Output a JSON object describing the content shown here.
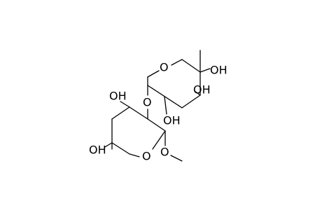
{
  "diagram": {
    "type": "chemical-structure",
    "atom_labels": {
      "ring_top_o": "O",
      "ring_top_oh_c4": "OH",
      "ring_top_oh_c3": "OH",
      "ring_top_oh_c2": "OH",
      "glycosidic_o": "O",
      "ring_bottom_oh_c3": "OH",
      "ring_bottom_oh_c4": "OH",
      "ring_bottom_o": "O",
      "methoxy_o": "O"
    },
    "colors": {
      "bond": "#000000",
      "label": "#000000",
      "background": "#ffffff"
    }
  }
}
